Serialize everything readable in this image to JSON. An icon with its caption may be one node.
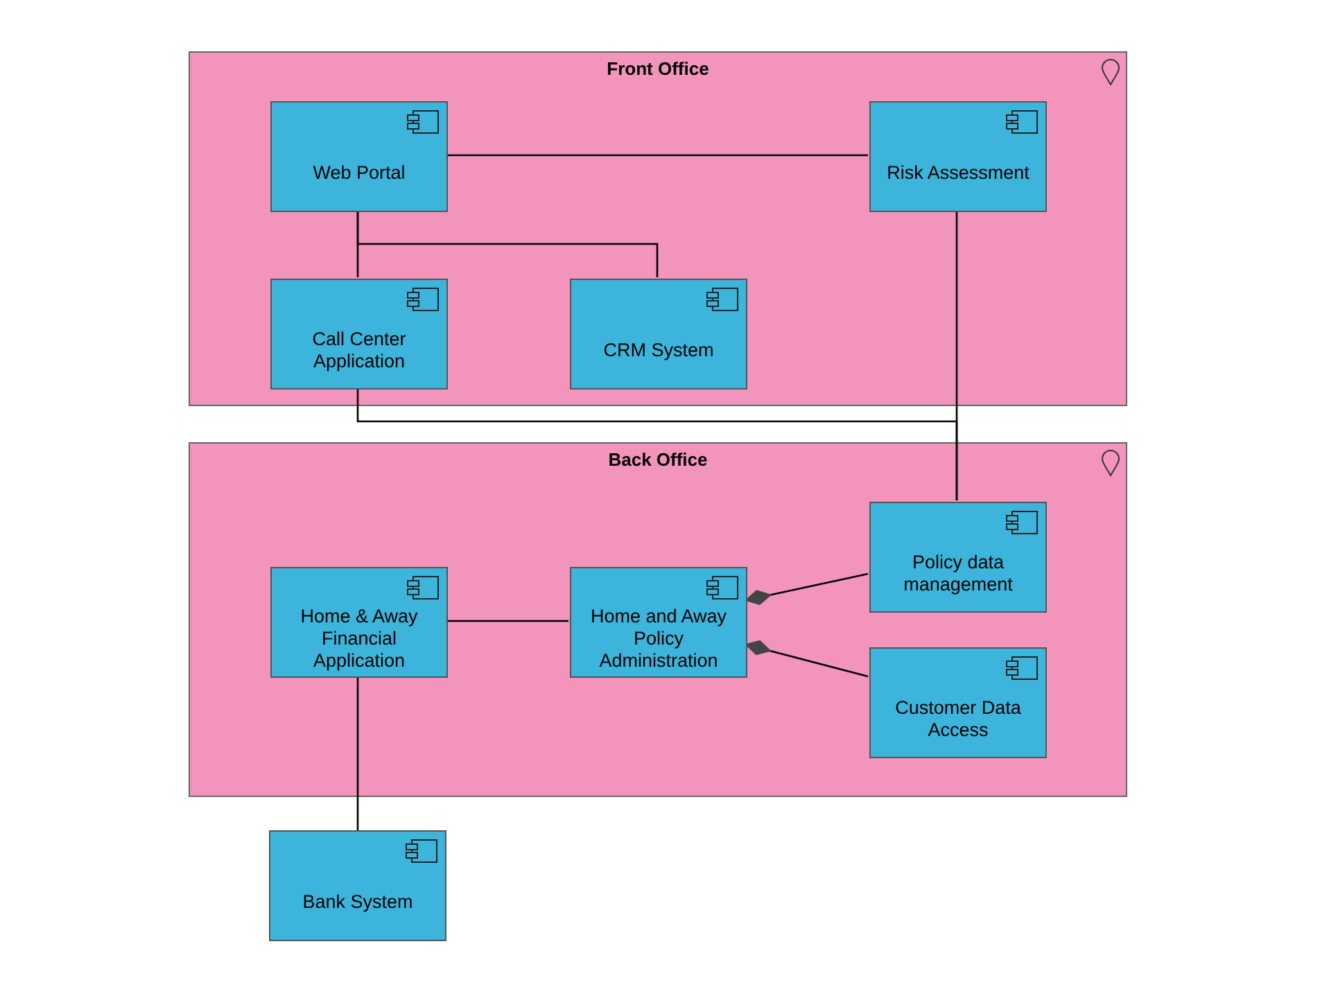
{
  "diagram": {
    "nodes": [
      {
        "text": [
          "Front Office"
        ]
      },
      {
        "text": [
          "Web Portal"
        ],
        "in": 0
      },
      {
        "text": [
          "Risk Assessment"
        ],
        "in": 0
      },
      {
        "text": [
          "Call Center Application"
        ],
        "in": 0
      },
      {
        "text": [
          "CRM System"
        ],
        "in": 0
      },
      {
        "text": [
          "Back Office"
        ]
      },
      {
        "text": [
          "Policy data management"
        ],
        "in": 5
      },
      {
        "text": [
          "Home & Away Financial Application"
        ],
        "in": 5
      },
      {
        "text": [
          "Home and Away Policy Administration"
        ],
        "in": 5
      },
      {
        "text": [
          "Customer Data Access"
        ],
        "in": 5
      },
      {
        "text": [
          "Bank System"
        ]
      }
    ],
    "edges": [
      {
        "from": 1,
        "to": 2,
        "arrow": "none"
      },
      {
        "from": 1,
        "to": 3,
        "arrow": "none"
      },
      {
        "from": 1,
        "to": 4,
        "arrow": "none"
      },
      {
        "from": 2,
        "to": 6,
        "arrow": "none"
      },
      {
        "from": 3,
        "to": 6,
        "arrow": "none"
      },
      {
        "from": 7,
        "to": 8,
        "arrow": "none"
      },
      {
        "from": 6,
        "to": 8,
        "arrow": "other"
      },
      {
        "from": 9,
        "to": 8,
        "arrow": "other"
      },
      {
        "from": 7,
        "to": 10,
        "arrow": "none"
      }
    ]
  }
}
